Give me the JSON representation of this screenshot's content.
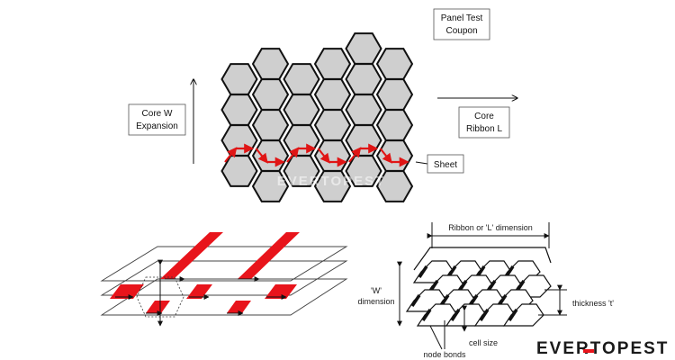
{
  "top_diagram": {
    "labels": {
      "panel_test_coupon": [
        "Panel Test",
        "Coupon"
      ],
      "core_w_expansion": [
        "Core W",
        "Expansion"
      ],
      "core_ribbon_l": [
        "Core",
        "Ribbon L"
      ],
      "sheet": "Sheet"
    },
    "colors": {
      "cell_fill": "#cfcfcf",
      "cell_stroke": "#111111",
      "arrow": "#e01515"
    }
  },
  "bottom_right_diagram": {
    "labels": {
      "ribbon_dimension": "Ribbon or 'L' dimension",
      "w_dimension": [
        "'W'",
        "dimension"
      ],
      "thickness": "thickness 't'",
      "cell_size": "cell size",
      "node_bonds": "node bonds"
    }
  },
  "bottom_left_diagram": {
    "colors": {
      "strip": "#e8141b"
    }
  },
  "branding": {
    "logo_text": "EVERTOPEST",
    "watermark_text": "EVERTOPEST"
  }
}
